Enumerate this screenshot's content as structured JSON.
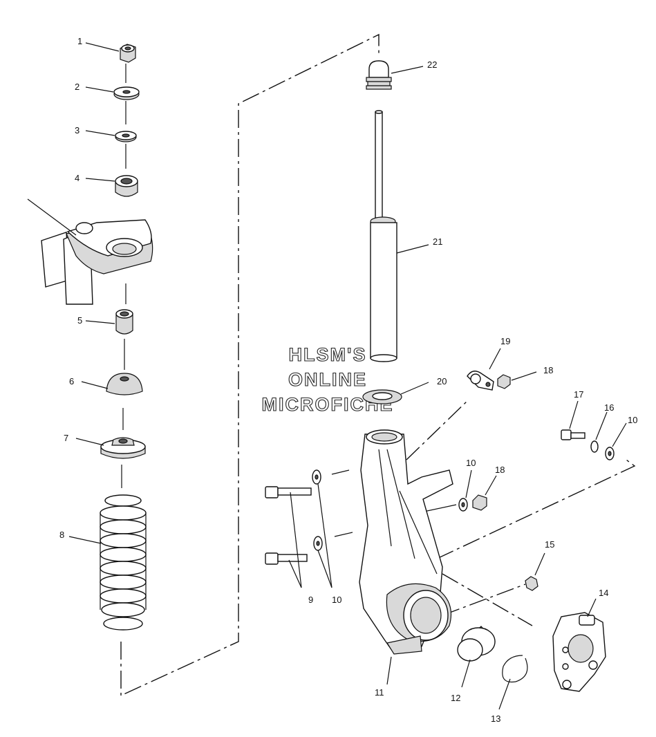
{
  "watermark": [
    "HLSM'S",
    "ONLINE",
    "MICROFICHE"
  ],
  "callouts": {
    "c1": "1",
    "c2": "2",
    "c3": "3",
    "c4": "4",
    "c5": "5",
    "c6": "6",
    "c7": "7",
    "c8": "8",
    "c9": "9",
    "c10a": "10",
    "c10b": "10",
    "c10c": "10",
    "c11": "11",
    "c12": "12",
    "c13": "13",
    "c14": "14",
    "c15": "15",
    "c16": "16",
    "c17": "17",
    "c18a": "18",
    "c18b": "18",
    "c19": "19",
    "c20": "20",
    "c21": "21",
    "c22": "22"
  }
}
